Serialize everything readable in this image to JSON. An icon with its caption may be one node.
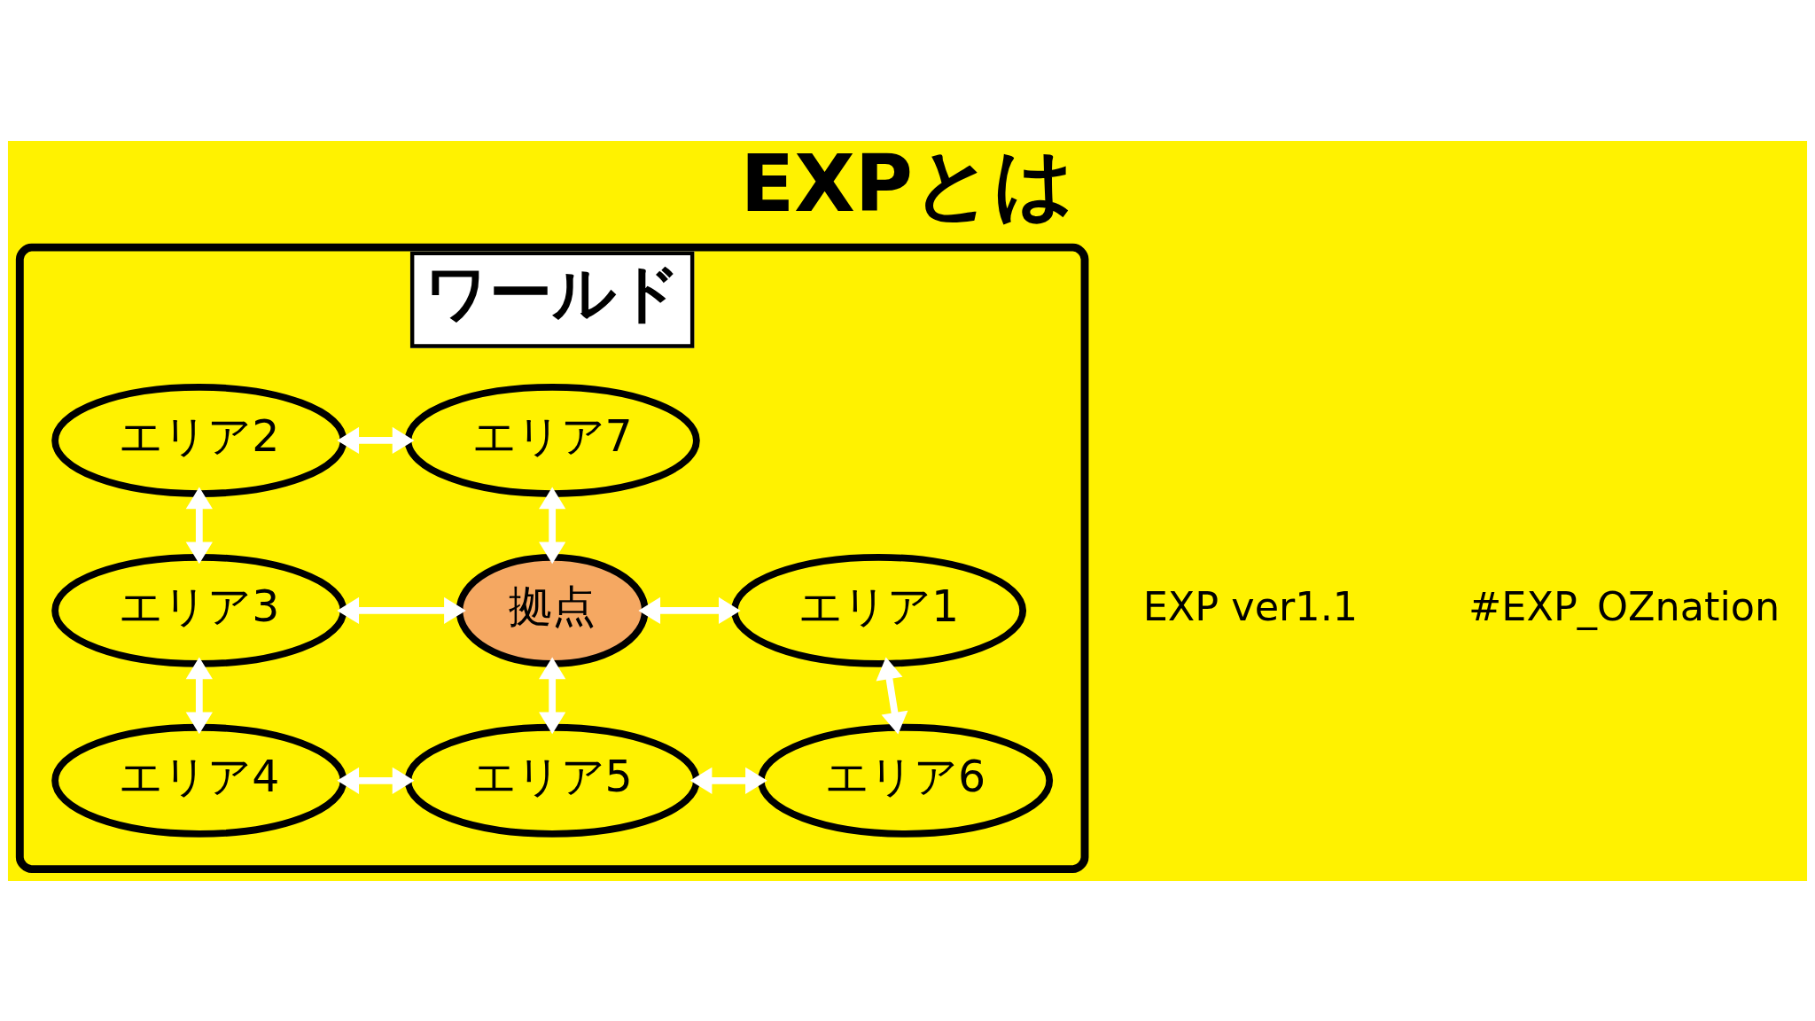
{
  "diagram": {
    "title": "EXPとは",
    "nodes": [
      {
        "text": [
          "ワールド"
        ]
      },
      {
        "text": [
          "エリア2"
        ],
        "in": 0
      },
      {
        "text": [
          "エリア7"
        ],
        "in": 0
      },
      {
        "text": [
          "エリア3"
        ],
        "in": 0
      },
      {
        "text": [
          "拠点"
        ],
        "in": 0
      },
      {
        "text": [
          "エリア1"
        ],
        "in": 0
      },
      {
        "text": [
          "エリア4"
        ],
        "in": 0
      },
      {
        "text": [
          "エリア6"
        ],
        "in": 0
      },
      {
        "text": [
          "エリア5"
        ],
        "in": 0
      }
    ],
    "edges": [
      {
        "from": 1,
        "to": 2,
        "arrow": "both"
      },
      {
        "from": 1,
        "to": 3,
        "arrow": "both"
      },
      {
        "from": 3,
        "to": 4,
        "arrow": "both"
      },
      {
        "from": 2,
        "to": 4,
        "arrow": "both"
      },
      {
        "from": 4,
        "to": 5,
        "arrow": "both"
      },
      {
        "from": 5,
        "to": 7,
        "arrow": "both"
      },
      {
        "from": 4,
        "to": 8,
        "arrow": "both"
      },
      {
        "from": 8,
        "to": 7,
        "arrow": "both"
      },
      {
        "from": 3,
        "to": 6,
        "arrow": "both"
      },
      {
        "from": 6,
        "to": 8,
        "arrow": "both"
      }
    ],
    "labels": [
      "EXP ver1.1",
      "#EXP_OZnation"
    ]
  }
}
